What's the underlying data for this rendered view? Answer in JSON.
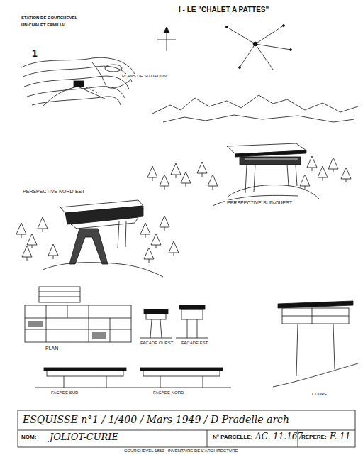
{
  "diagram": {
    "labels": [
      "I - LE \"CHALET A PATTES\"",
      "STATION DE COURCHEVEL",
      "UN CHALET FAMILIAL",
      "1",
      "PLANS DE SITUATION",
      "PERSPECTIVE NORD-EST",
      "PERSPECTIVE SUD-OUEST",
      "PLAN",
      "FACADE OUEST",
      "FACADE EST",
      "FACADE SUD",
      "FACADE NORD",
      "COUPE",
      "ESQUISSE n°1 / 1/400 / Mars 1949 / D Pradelle arch",
      "NOM:",
      "JOLIOT-CURIE",
      "N° PARCELLE:",
      "AC. 11.167",
      "REPERE:",
      "F. 11",
      "COURCHEVEL 1850 - INVENTAIRE DE L'ARCHITECTURE"
    ]
  }
}
